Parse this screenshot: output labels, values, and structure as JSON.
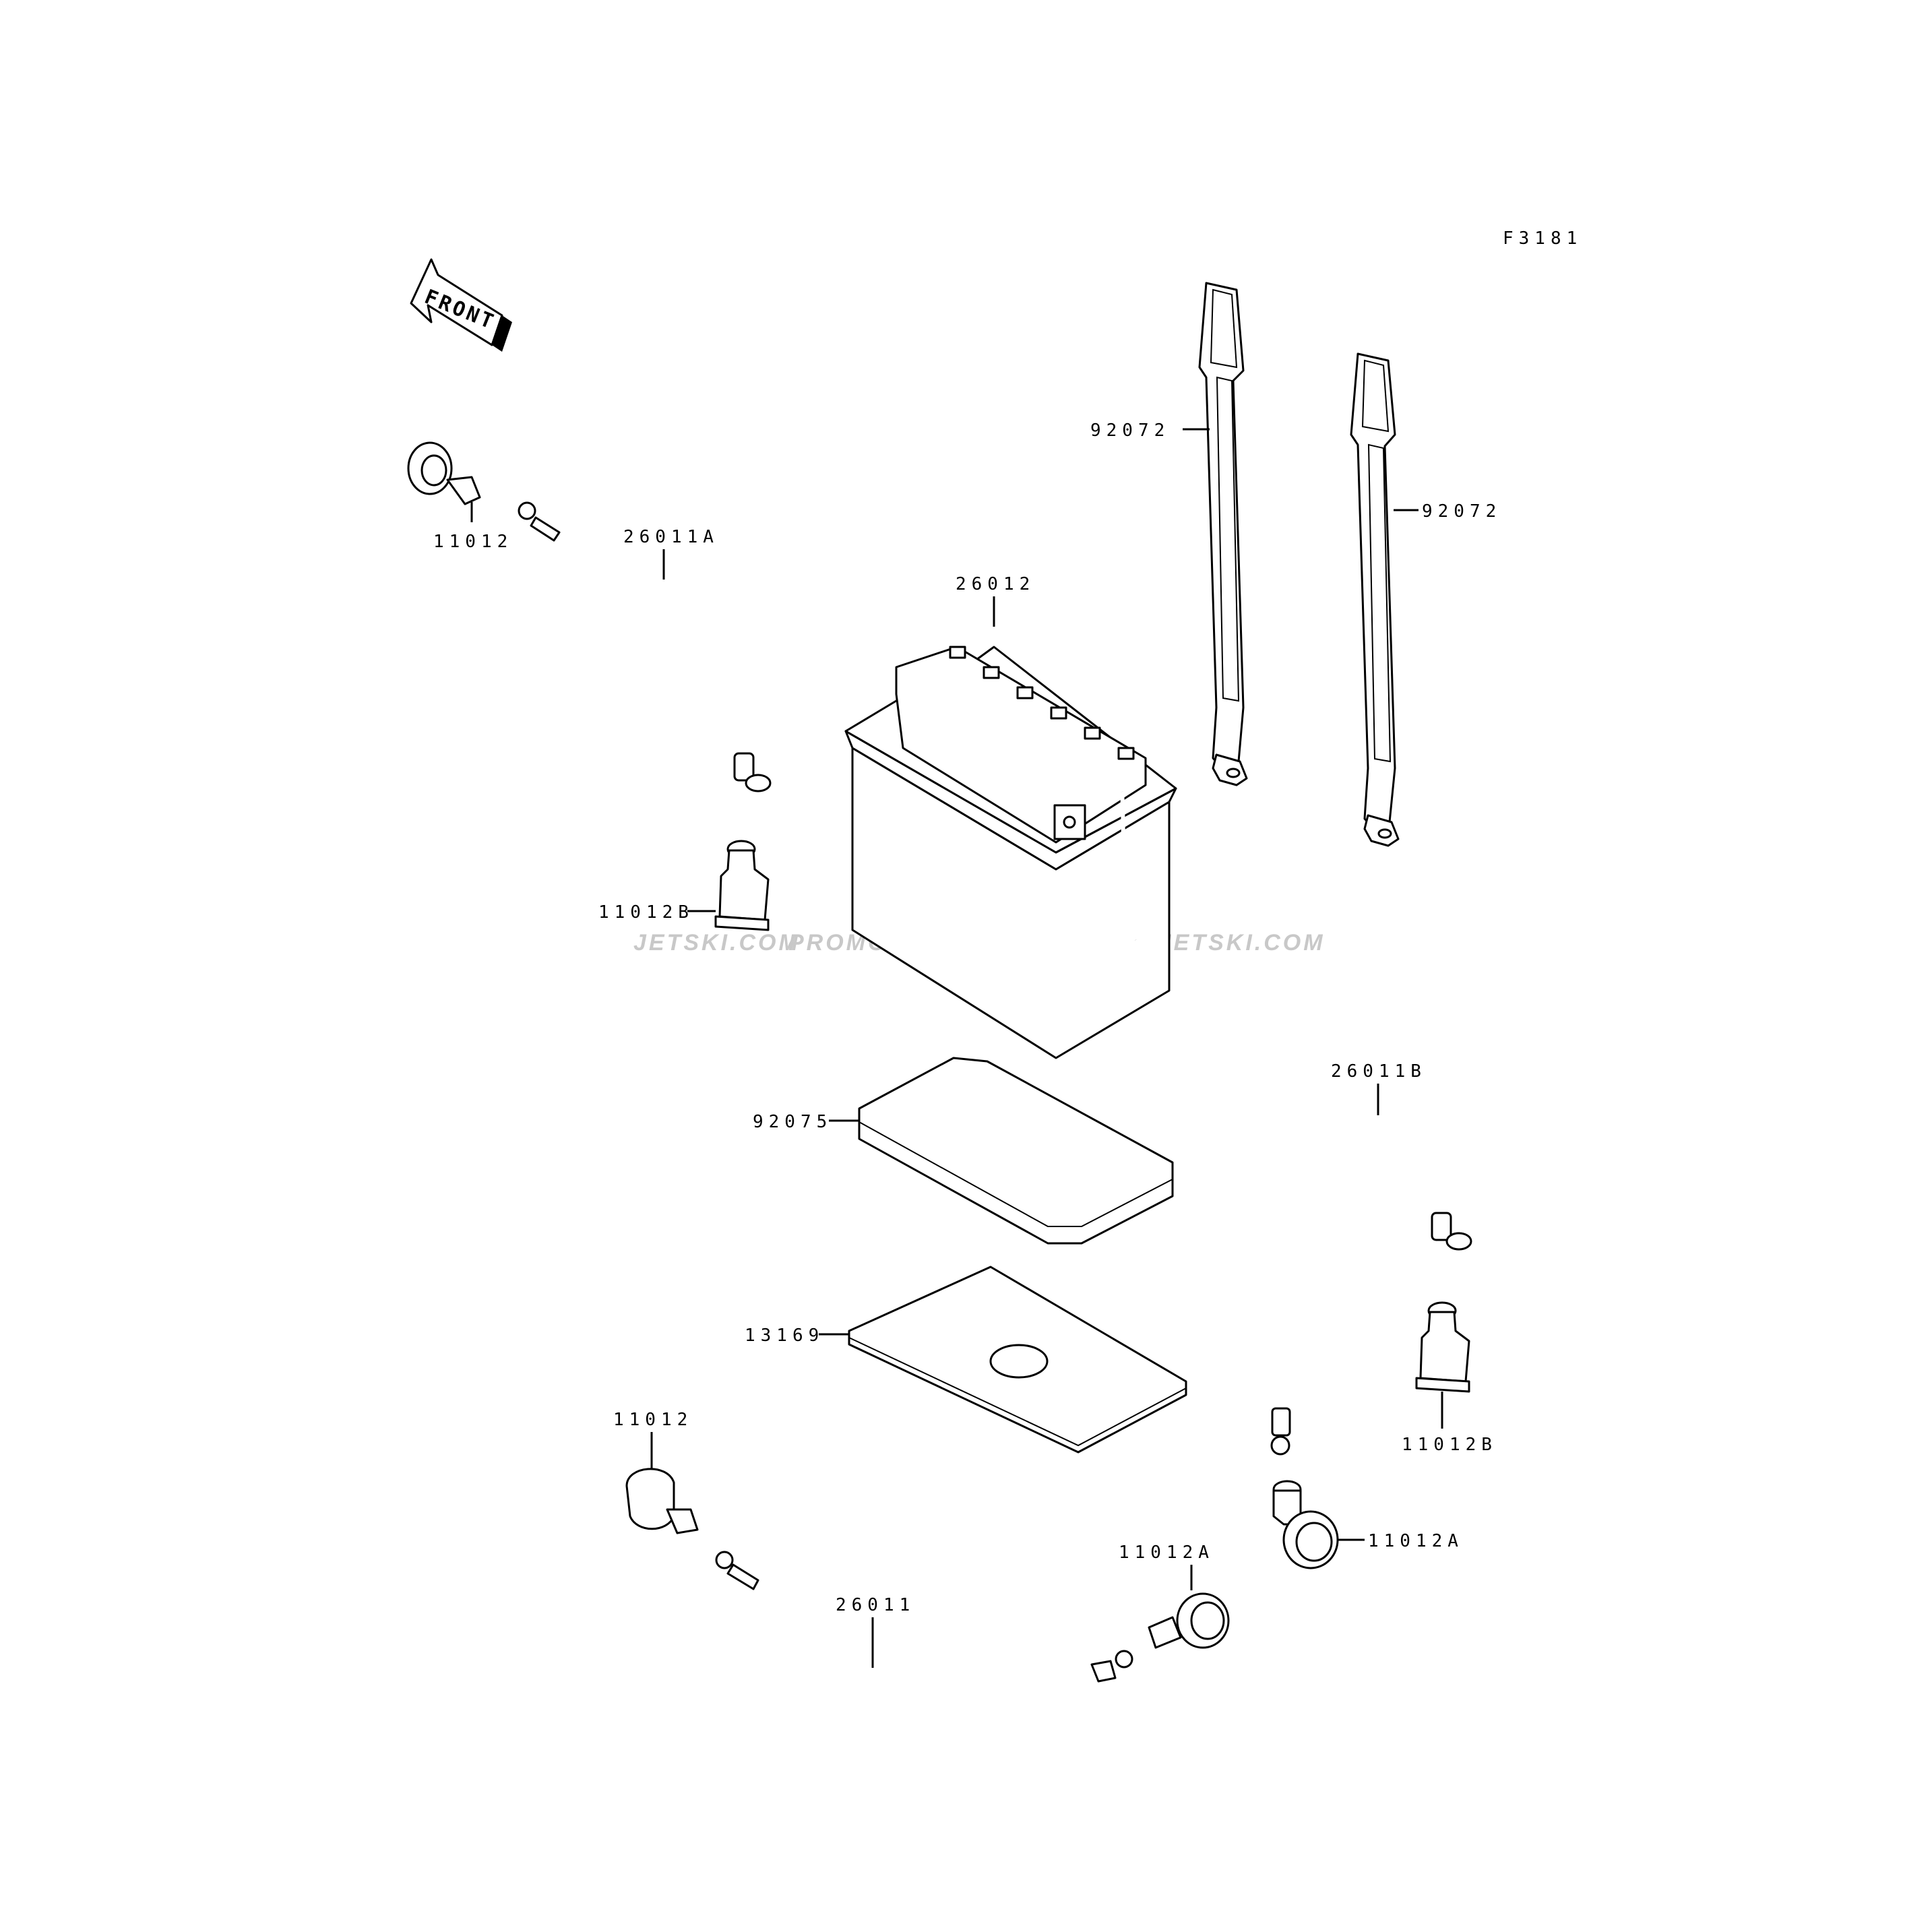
{
  "figure_code": "F3181",
  "front_arrow": {
    "text": "FRONT",
    "icon": "front-arrow-icon"
  },
  "watermark": [
    "JETSKI.COM",
    "PROMO-JETSKI.COM",
    "PROMO-JETSKI.COM"
  ],
  "callouts": {
    "cap_11012_top": "11012",
    "cable_26011A": "26011A",
    "battery_26012": "26012",
    "strap_92072_a": "92072",
    "strap_92072_b": "92072",
    "boot_11012B_left": "11012B",
    "pad_92075": "92075",
    "tray_13169": "13169",
    "cable_26011B": "26011B",
    "boot_11012B_right": "11012B",
    "cap_11012_bottom": "11012",
    "cap_11012A_right": "11012A",
    "cable_26011": "26011",
    "cap_11012A_bottom": "11012A"
  }
}
